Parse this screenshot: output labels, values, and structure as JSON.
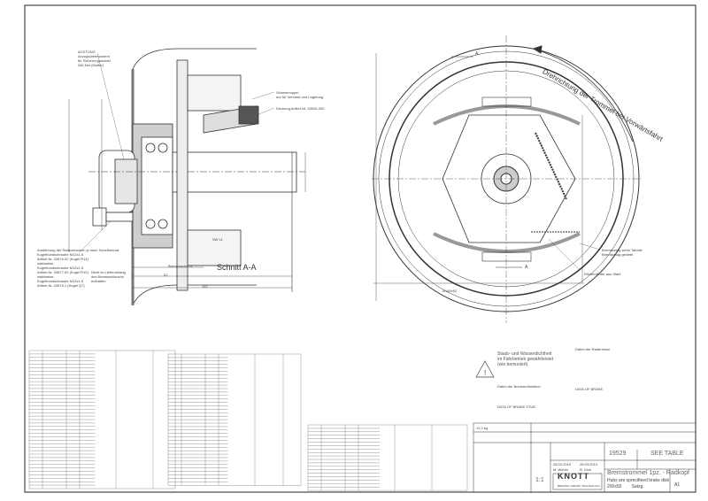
{
  "section_view": {
    "label": "Schnitt A-A",
    "note_attention": "ACHTUNG\nAnzugsdrehmoment\nfür Sicherungsmutter\n280 Nm (Mutter)",
    "note_grease": "Schmiernippel\nnur für Versand und Lagerung",
    "note_cap": "Deckung Artikel-Nr. 33925-300",
    "note_bolts": "Ausführung der Radschrauben je nach Scheibenrad:\nKugelbundschraube M12x1,5\nArtikel-Nr. 43676.02 (Kugel R14)\nwahlweise\nKugelbundschraube M12x1,5\nArtikel-Nr. 43677.02 (Kugel R12)\nwahlweise\nKugelbundschraube M12x1,5\nArtikel-Nr. 43676.1 (Kugel Q7)",
    "note_delivery": "Nicht im Lieferumfang\ndes Bremsschlauchs\nenthalten",
    "dim_label": "SW 11",
    "dim_brake": "Bremsbacke 51",
    "dim_52": "52",
    "dim_162": "162"
  },
  "front_view": {
    "rotation_text": "Drehrichtung der Trommel bei Vorwärtsfahrt",
    "section_mark": "A",
    "note_shoe": "Bremsbelag siehe Tabelle\nBremsbelag geklebt",
    "note_spring": "Rückholfeder aus Stahl",
    "dim_bottom": "Ø145x62"
  },
  "notes": {
    "warning": "Staub- und Wasserdichtheit\nim Fahrbetrieb gewährleistet\n(wie bemustert)",
    "brake_data_title": "Daten der Bremsenfunktion",
    "brake_data_en": "DATA OF BRAKE STUB",
    "axle_data_title": "Daten der Radbremse",
    "axle_data_en": "DATA OF BRAKE"
  },
  "title_block": {
    "company": "KNOTT",
    "company_sub": "BRAKING THEORY TECHNOLOGY",
    "drawing_number": "19529",
    "see_table": "SEE TABLE",
    "title_de": "Bremstrommel 1pz. - Radkopf",
    "title_en": "Hubs are sprecifieed brake disk",
    "material": "200x50        Satzg.",
    "scale": "1:1",
    "weight": "12,2 kg",
    "date1": "28.03.2010",
    "date2": "28.03.2010",
    "name1": "M. Weber",
    "name2": "R. Dick",
    "sheet": "A1"
  }
}
